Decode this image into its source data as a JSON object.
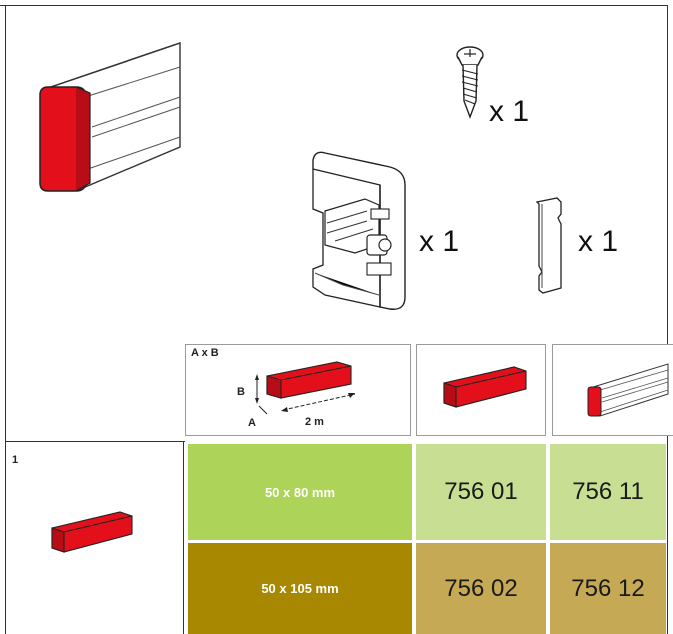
{
  "parts": {
    "screw_quantity": "x 1",
    "angle_quantity": "x 1",
    "joint_quantity": "x 1"
  },
  "table": {
    "header_dims_label": "A x B",
    "dim_b_label": "B",
    "dim_a_label": "A",
    "length_label": "2 m",
    "row_group_number": "1",
    "rows": [
      {
        "size": "50 x 80 mm",
        "ref_red": "756 01",
        "ref_white": "756 11"
      },
      {
        "size": "50 x 105 mm",
        "ref_red": "756 02",
        "ref_white": "756 12"
      }
    ]
  },
  "colors": {
    "red": "#e3101c",
    "row1_size_bg": "#add358",
    "row1_ref_bg": "#c8df93",
    "row2_size_bg": "#a88800",
    "row2_ref_bg": "#c5a955",
    "border": "#333333"
  }
}
